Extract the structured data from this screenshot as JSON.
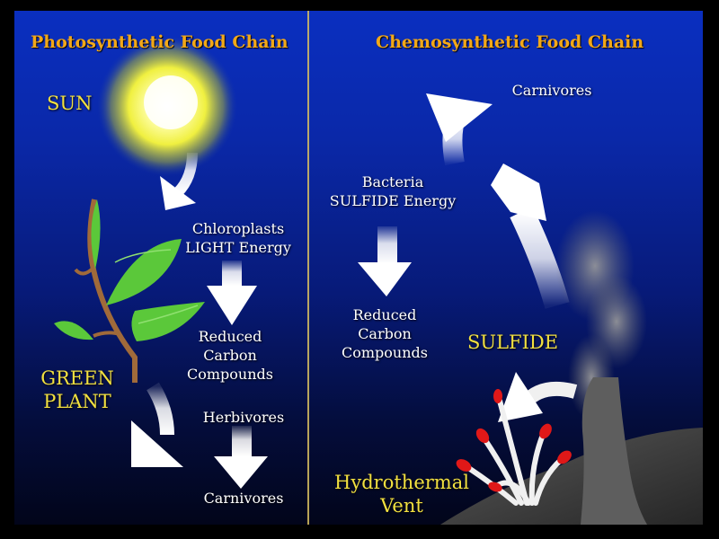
{
  "photosynthetic": {
    "title": "Photosynthetic Food Chain",
    "sun_label": "SUN",
    "chloroplasts": [
      "Chloroplasts",
      "LIGHT Energy"
    ],
    "reduced": [
      "Reduced",
      "Carbon",
      "Compounds"
    ],
    "plant_label": [
      "GREEN",
      "PLANT"
    ],
    "herbivores": "Herbivores",
    "carnivores": "Carnivores"
  },
  "chemosynthetic": {
    "title": "Chemosynthetic Food Chain",
    "carnivores": "Carnivores",
    "bacteria": [
      "Bacteria",
      "SULFIDE Energy"
    ],
    "reduced": [
      "Reduced",
      "Carbon",
      "Compounds"
    ],
    "sulfide_label": "SULFIDE",
    "vent_label": [
      "Hydrothermal",
      "Vent"
    ]
  },
  "colors": {
    "title": "#f2a818",
    "label_yellow": "#f2e040",
    "text": "#ffffff",
    "sun": "#ffff80",
    "leaf": "#5bc83a"
  }
}
